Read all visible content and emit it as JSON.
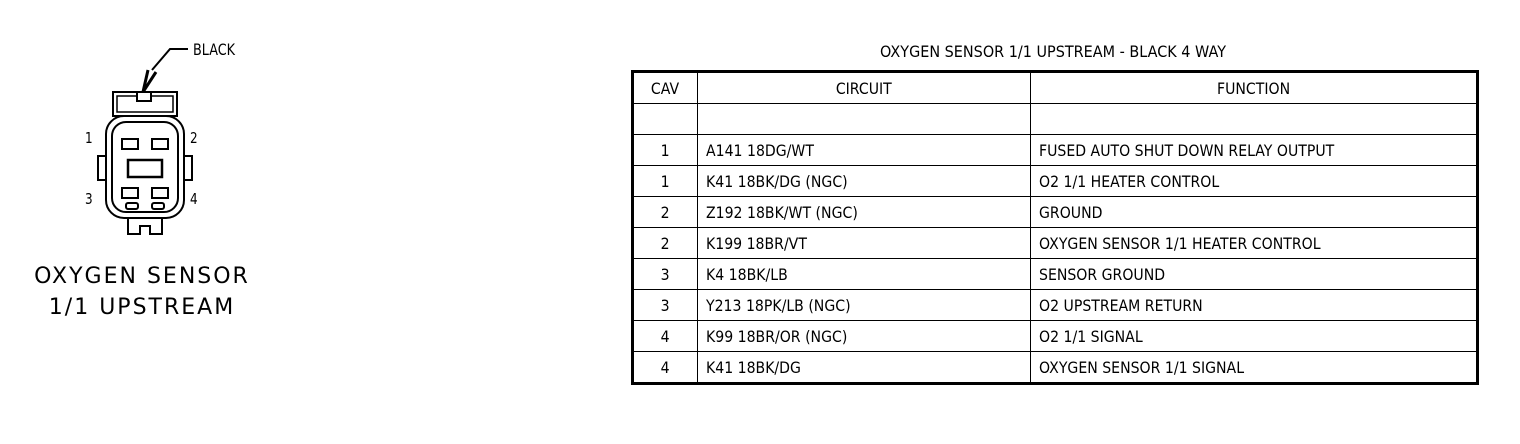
{
  "connector": {
    "color_label": "BLACK",
    "title_line1": "OXYGEN SENSOR",
    "title_line2": "1/1 UPSTREAM",
    "pin_labels": [
      "1",
      "2",
      "3",
      "4"
    ]
  },
  "table": {
    "title": "OXYGEN SENSOR 1/1 UPSTREAM - BLACK 4 WAY",
    "headers": {
      "cav": "CAV",
      "circuit": "CIRCUIT",
      "function": "FUNCTION"
    },
    "rows": [
      {
        "cav": "",
        "circuit": "",
        "function": ""
      },
      {
        "cav": "1",
        "circuit": "A141 18DG/WT",
        "function": "FUSED AUTO SHUT DOWN RELAY OUTPUT"
      },
      {
        "cav": "1",
        "circuit": "K41 18BK/DG (NGC)",
        "function": "O2 1/1 HEATER CONTROL"
      },
      {
        "cav": "2",
        "circuit": "Z192 18BK/WT (NGC)",
        "function": "GROUND"
      },
      {
        "cav": "2",
        "circuit": "K199 18BR/VT",
        "function": "OXYGEN SENSOR 1/1 HEATER CONTROL"
      },
      {
        "cav": "3",
        "circuit": "K4 18BK/LB",
        "function": "SENSOR GROUND"
      },
      {
        "cav": "3",
        "circuit": "Y213 18PK/LB (NGC)",
        "function": "O2 UPSTREAM RETURN"
      },
      {
        "cav": "4",
        "circuit": "K99 18BR/OR (NGC)",
        "function": "O2 1/1 SIGNAL"
      },
      {
        "cav": "4",
        "circuit": "K41 18BK/DG",
        "function": "OXYGEN SENSOR 1/1 SIGNAL"
      }
    ]
  }
}
